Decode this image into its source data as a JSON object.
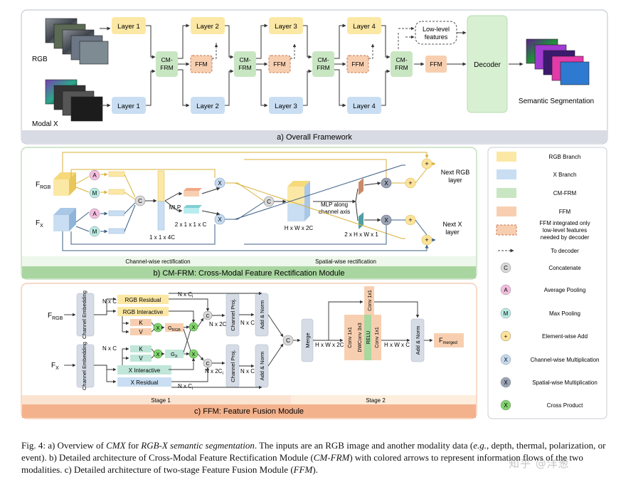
{
  "panel_a": {
    "title": "a)  Overall Framework",
    "input_rgb": "RGB",
    "input_modal": "Modal X",
    "layers_top": [
      "Layer 1",
      "Layer 2",
      "Layer 3",
      "Layer 4"
    ],
    "layers_bottom": [
      "Layer 1",
      "Layer 2",
      "Layer 3",
      "Layer 4"
    ],
    "cmfrm_lines": [
      "CM-",
      "FRM"
    ],
    "ffm": "FFM",
    "lowlevel_lines": [
      "Low-level",
      "features"
    ],
    "decoder": "Decoder",
    "output": "Semantic Segmentation"
  },
  "panel_b": {
    "title": "b)  CM-FRM: Cross-Modal Feature Rectification Module",
    "f_rgb_main": "F",
    "f_rgb_sub": "RGB",
    "f_x_main": "F",
    "f_x_sub": "X",
    "avg": "A",
    "max": "M",
    "concat": "C",
    "mult": "X",
    "add": "+",
    "mlp": "MLP",
    "dim_1x1x4c": "1 x 1 x 4C",
    "dim_2x1x1xc": "2 x 1 x 1 x C",
    "dim_hxwx2c": "H x W x 2C",
    "mlp_channel_lines": [
      "MLP along",
      "channel axis"
    ],
    "dim_2xhxwx1": "2 x H x W x 1",
    "next_rgb_lines": [
      "Next RGB",
      "layer"
    ],
    "next_x_lines": [
      "Next X",
      "layer"
    ],
    "channel_rect": "Channel-wise rectification",
    "spatial_rect": "Spatial-wise rectification"
  },
  "panel_c": {
    "title": "c)  FFM: Feature Fusion Module",
    "f_rgb_main": "F",
    "f_rgb_sub": "RGB",
    "f_x_main": "F",
    "f_x_sub": "X",
    "channel_embedding": "Channel Embedding",
    "nxc": "N x C",
    "nxci": "N x C",
    "ci_sub": "i",
    "nx2ci": "N x 2C",
    "rgb_residual": "RGB Residual",
    "rgb_interactive": "RGB Interactive",
    "x_interactive": "X Interactive",
    "x_residual": "X Residual",
    "k": "K",
    "v": "V",
    "g": "G",
    "g_rgb_sub": "RGB",
    "g_x_sub": "X",
    "x_mark": "X",
    "c_mark": "C",
    "channel_proj": "Channel Proj.",
    "add_norm": "Add & Norm",
    "merge": "Merge",
    "hxwx2c": "H x W x 2C",
    "hxwxc": "H x W x C",
    "conv1x1": "Conv 1x1",
    "dwconv": "DWConv 3x3",
    "relu": "RELU",
    "f_merged_main": "F",
    "f_merged_sub": "merged",
    "stage1": "Stage 1",
    "stage2": "Stage 2"
  },
  "legend": {
    "items": [
      {
        "kind": "box",
        "color": "#fce8a5",
        "label": "RGB Branch"
      },
      {
        "kind": "box",
        "color": "#c9def2",
        "label": "X Branch"
      },
      {
        "kind": "box",
        "color": "#c9e6c3",
        "label": "CM-FRM"
      },
      {
        "kind": "box",
        "color": "#f7cfb0",
        "label": "FFM"
      },
      {
        "kind": "dashbox",
        "color": "#f7cfb0",
        "label": "FFM integrated only low-level features needed by decoder"
      },
      {
        "kind": "dash",
        "color": "#444444",
        "label": "To decoder"
      },
      {
        "kind": "circle",
        "color": "#d9d9d9",
        "glyph": "C",
        "label": "Concatenate"
      },
      {
        "kind": "circle",
        "color": "#f4bedf",
        "glyph": "A",
        "label": "Average Pooling"
      },
      {
        "kind": "circle",
        "color": "#b9ece4",
        "glyph": "M",
        "label": "Max Pooling"
      },
      {
        "kind": "circle",
        "color": "#fde39a",
        "glyph": "+",
        "label": "Element-wise Add"
      },
      {
        "kind": "circle",
        "color": "#c5daf0",
        "glyph": "X",
        "label": "Channel-wise Multiplication"
      },
      {
        "kind": "circle",
        "color": "#9aa3b5",
        "glyph": "X",
        "label": "Spatial-wise Multiplication"
      },
      {
        "kind": "circle",
        "color": "#7fd36b",
        "glyph": "X",
        "label": "Cross Product"
      }
    ],
    "ffm_note_lines": [
      "FFM integrated only",
      "low-level features",
      "needed by decoder"
    ]
  },
  "caption": {
    "p1": "Fig. 4: a) Overview of ",
    "cmx": "CMX",
    "p2": " for ",
    "task": "RGB-X semantic segmentation",
    "p3": ". The inputs are an RGB image and another modality data (",
    "eg": "e.g.,",
    "p4": " depth, thermal, polarization, or event). b) Detailed architecture of Cross-Modal Feature Rectification Module (",
    "cmfrm": "CM-FRM",
    "p5": ") with colored arrows to represent information flows of the two modalities. c) Detailed architecture of two-stage Feature Fusion Module (",
    "ffm": "FFM",
    "p6": ")."
  },
  "watermark": "知乎 @洋葱",
  "colors": {
    "rgb": "#fce8a5",
    "x": "#c9def2",
    "cmfrm": "#c9e6c3",
    "ffm": "#f7cfb0",
    "panel_a_bg": "#ffffff",
    "panel_a_strip": "#d8dbe3",
    "panel_b_strip": "#a9d6a0",
    "panel_c_strip": "#f4b28c"
  }
}
